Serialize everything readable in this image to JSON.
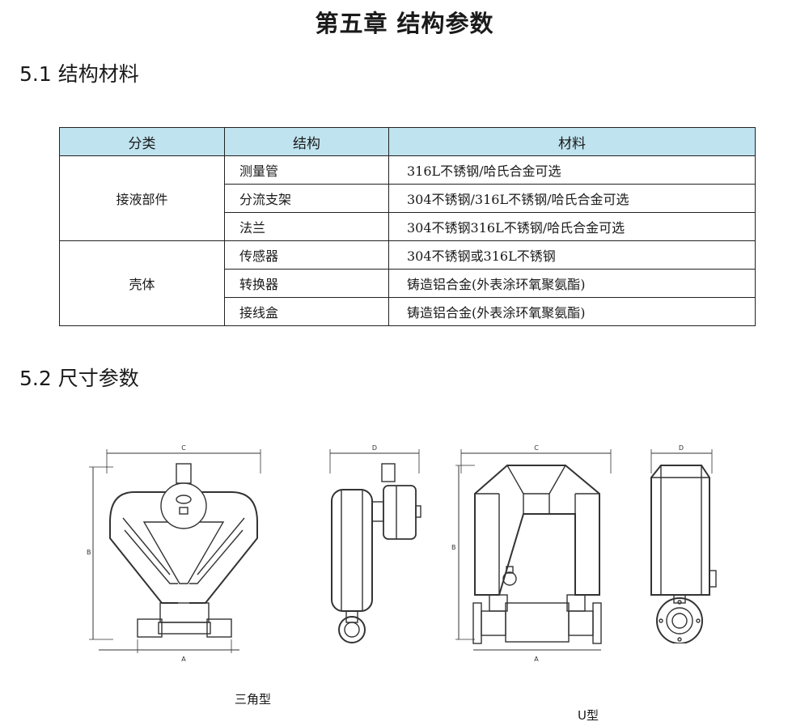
{
  "chapter_title": "第五章 结构参数",
  "section_1": {
    "title": "5.1 结构材料"
  },
  "table": {
    "headers": [
      "分类",
      "结构",
      "材料"
    ],
    "groups": [
      {
        "category": "接液部件",
        "rows": [
          {
            "structure": "测量管",
            "material": "316L不锈钢/哈氏合金可选"
          },
          {
            "structure": "分流支架",
            "material": "304不锈钢/316L不锈钢/哈氏合金可选"
          },
          {
            "structure": "法兰",
            "material": "304不锈钢316L不锈钢/哈氏合金可选"
          }
        ]
      },
      {
        "category": "壳体",
        "rows": [
          {
            "structure": "传感器",
            "material": "304不锈钢或316L不锈钢"
          },
          {
            "structure": "转换器",
            "material": "铸造铝合金(外表涂环氧聚氨酯)"
          },
          {
            "structure": "接线盒",
            "material": "铸造铝合金(外表涂环氧聚氨酯)"
          }
        ]
      }
    ]
  },
  "section_2": {
    "title": "5.2 尺寸参数"
  },
  "drawings": {
    "dimension_labels": {
      "a": "A",
      "b": "B",
      "c": "C",
      "d": "D"
    },
    "triangle_caption": "三角型",
    "u_caption": "U型"
  }
}
